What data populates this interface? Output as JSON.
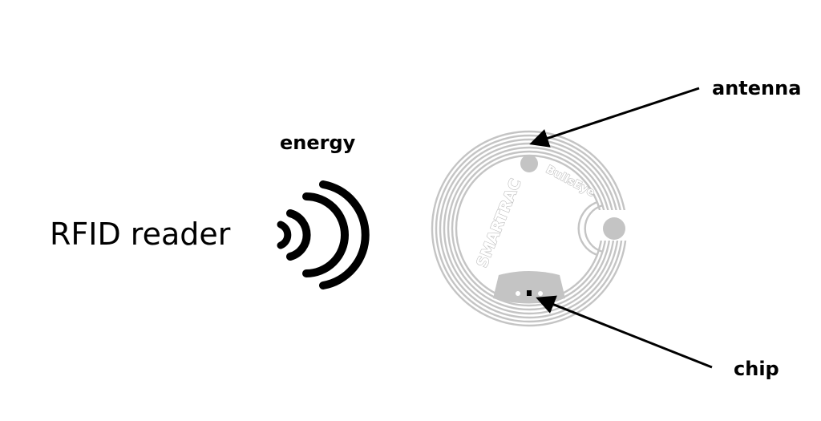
{
  "labels": {
    "reader": "RFID reader",
    "energy": "energy",
    "antenna": "antenna",
    "chip": "chip"
  },
  "tag": {
    "brand_text": "SMARTRAC",
    "product_text": "BullsEye"
  },
  "colors": {
    "text": "#000000",
    "wave": "#000000",
    "arrow": "#000000",
    "tag_gray": "#c4c4c4",
    "chip": "#000000"
  },
  "icons": {
    "wave": "radio-wave-icon"
  }
}
